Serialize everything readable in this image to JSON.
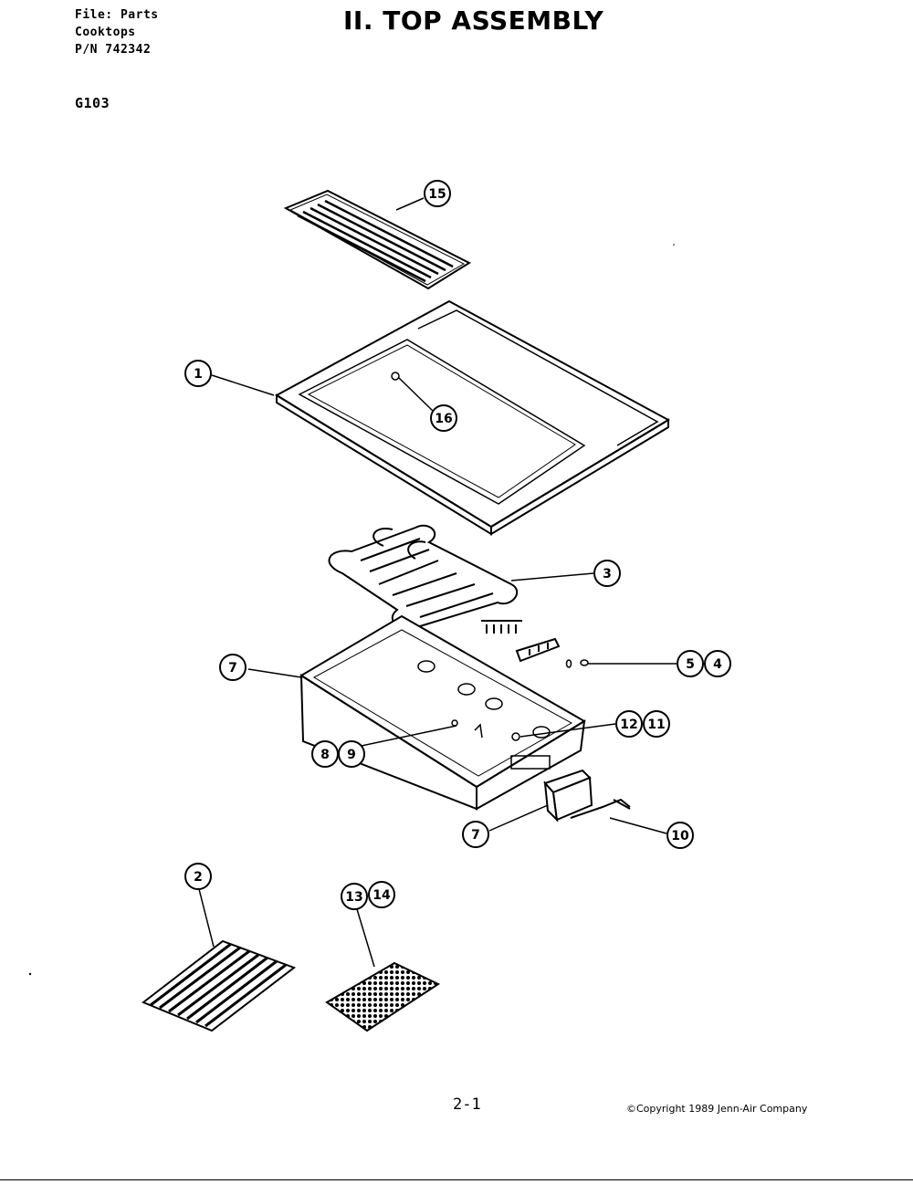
{
  "header": {
    "file_line": "File: Parts",
    "sub_line": "Cooktops",
    "pn_line": "P/N 742342",
    "model": "G103",
    "title": "II. TOP ASSEMBLY"
  },
  "callouts": {
    "c1": "1",
    "c2": "2",
    "c3": "3",
    "c4": "4",
    "c5": "5",
    "c7a": "7",
    "c7b": "7",
    "c8": "8",
    "c9": "9",
    "c10": "10",
    "c11": "11",
    "c12": "12",
    "c13": "13",
    "c14": "14",
    "c15": "15",
    "c16": "16"
  },
  "footer": {
    "page": "2-1",
    "copyright": "©Copyright 1989 Jenn-Air Company"
  }
}
